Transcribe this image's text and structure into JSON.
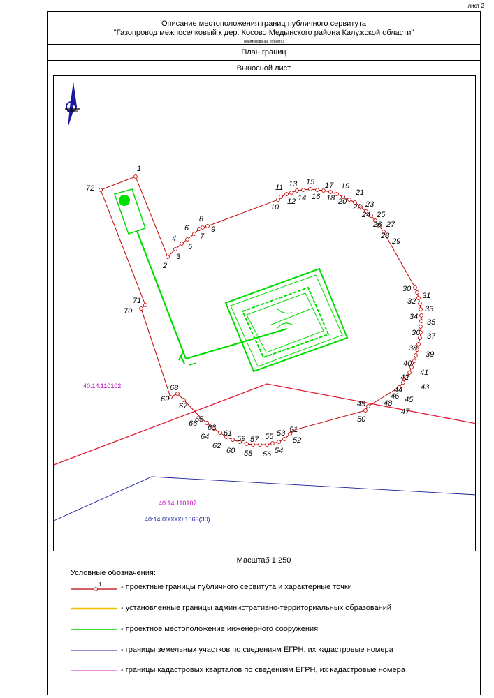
{
  "sheet_label": "лист 2",
  "header": {
    "title_line1": "Описание местоположения границ публичного сервитута",
    "title_line2": "\"Газопровод межпоселковый к дер. Косово Медынского района Калужской области\"",
    "note": "(наименование объекта)"
  },
  "plan_title": "План границ",
  "sheet_title": "Выносной лист",
  "map": {
    "cadastral_quarters": [
      "40.14.110102",
      "40.14.110107"
    ],
    "parcel": "40:14:000000:1063(30)",
    "point_labels": [
      "1",
      "2",
      "3",
      "4",
      "5",
      "6",
      "7",
      "8",
      "9",
      "10",
      "11",
      "12",
      "13",
      "14",
      "15",
      "16",
      "17",
      "18",
      "19",
      "20",
      "21",
      "22",
      "23",
      "24",
      "25",
      "26",
      "27",
      "28",
      "29",
      "30",
      "31",
      "32",
      "33",
      "34",
      "35",
      "36",
      "37",
      "38",
      "39",
      "40",
      "41",
      "42",
      "43",
      "44",
      "45",
      "46",
      "47",
      "48",
      "49",
      "50",
      "51",
      "52",
      "53",
      "54",
      "55",
      "56",
      "57",
      "58",
      "59",
      "60",
      "61",
      "62",
      "63",
      "64",
      "65",
      "66",
      "67",
      "68",
      "69",
      "70",
      "71",
      "72"
    ],
    "colors": {
      "servitude": "#c00000",
      "engineering": "#00dd00",
      "parcel": "#1a1aa0",
      "quarter": "#e0186a",
      "quarter_label": "#c000c0",
      "admin": "#f0c000"
    }
  },
  "scale": "Масштаб 1:250",
  "legend": {
    "title": "Условные обозначения:",
    "sample_point_label": "1",
    "items": [
      "- проектные границы публичного сервитута и характерные точки",
      "- установленные границы административно-территориальных образований",
      "- проектное местоположение инженерного сооружения",
      "- границы земельных участков по сведениям ЕГРН, их кадастровые номера",
      "- границы кадастровых кварталов по сведениям ЕГРН, их кадастровые номера"
    ]
  }
}
